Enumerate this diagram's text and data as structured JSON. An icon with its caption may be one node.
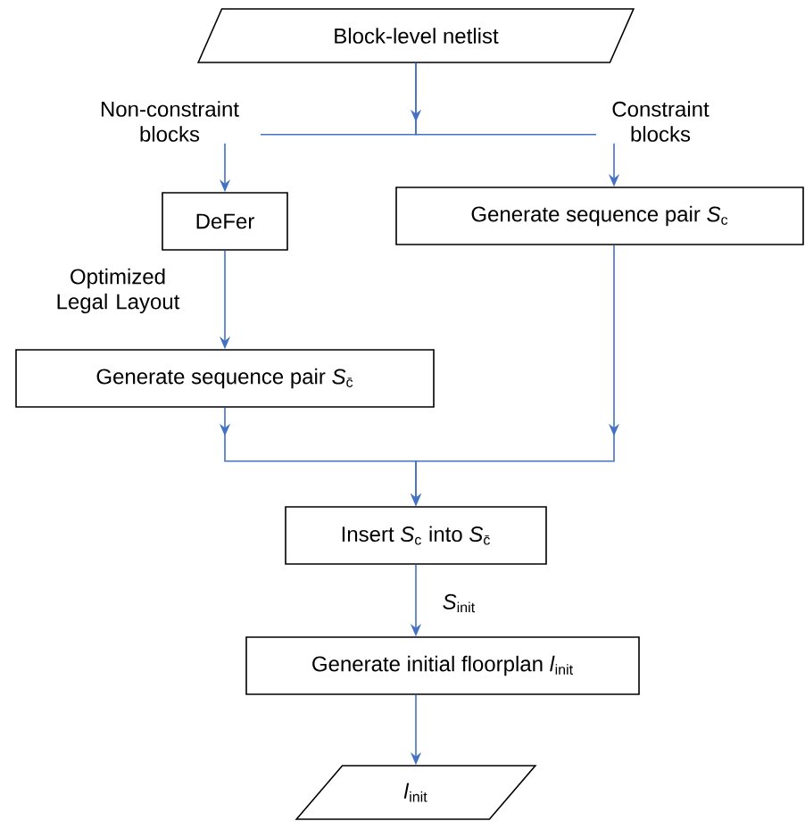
{
  "diagram": {
    "nodes": [
      {
        "text": [
          "Block-level netlist"
        ]
      },
      {
        "text": [
          "DeFer"
        ]
      },
      {
        "text": [
          "Generate sequence pair *S*$_{c}$"
        ]
      },
      {
        "text": [
          "Generate sequence pair *S*$_{c̄}$"
        ]
      },
      {
        "text": [
          "Insert *S*$_{c}$ into *S*$_{c̄}$"
        ]
      },
      {
        "text": [
          "Generate initial floorplan *l*$_{init}$"
        ]
      },
      {
        "text": [
          "*l*$_{init}$"
        ]
      }
    ],
    "edges": [
      {
        "from": 0,
        "to": 1,
        "arrow": "to",
        "label": "Non-constraint blocks"
      },
      {
        "from": 0,
        "to": 2,
        "arrow": "to",
        "label": "Constraint blocks"
      },
      {
        "from": 1,
        "to": 3,
        "arrow": "to",
        "label": "Optimized Legal Layout"
      },
      {
        "from": 3,
        "to": 4,
        "arrow": "to"
      },
      {
        "from": 2,
        "to": 4,
        "arrow": "to"
      },
      {
        "from": 4,
        "to": 5,
        "arrow": "to",
        "label": "*S*$_{init}$"
      },
      {
        "from": 5,
        "to": 6,
        "arrow": "to"
      }
    ]
  }
}
